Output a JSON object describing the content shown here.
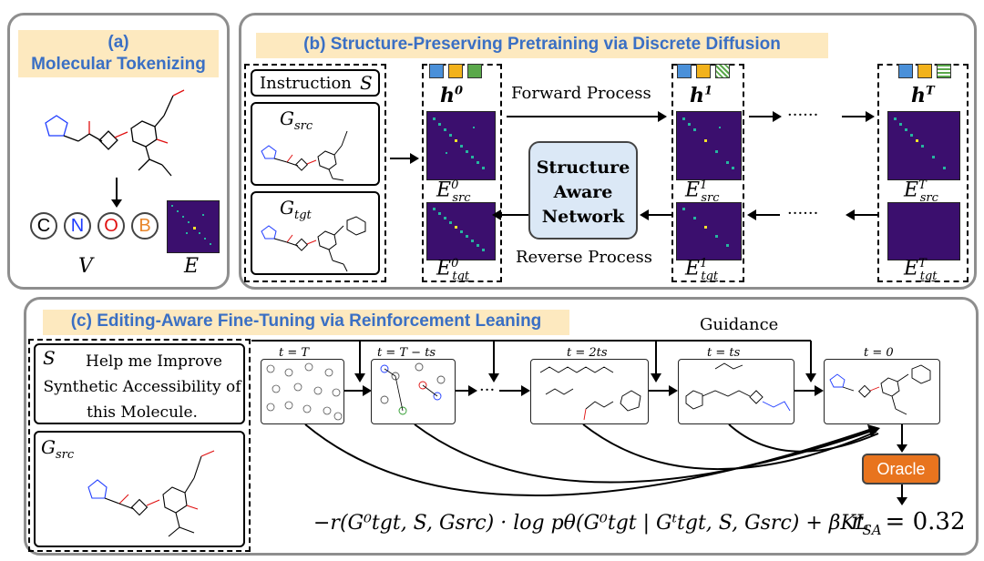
{
  "panel_a": {
    "tag": "(a)",
    "title": "Molecular Tokenizing",
    "atoms": [
      {
        "symbol": "C",
        "color": "#000000"
      },
      {
        "symbol": "N",
        "color": "#1f3cff"
      },
      {
        "symbol": "O",
        "color": "#e01010"
      },
      {
        "symbol": "B",
        "color": "#e8862b"
      }
    ],
    "v_label": "V",
    "e_label": "E"
  },
  "panel_b": {
    "title": "(b) Structure-Preserving Pretraining via Discrete Diffusion",
    "instruction": "Instruction",
    "instruction_var": "S",
    "g_src": "G",
    "g_src_sub": "src",
    "g_tgt": "G",
    "g_tgt_sub": "tgt",
    "forward": "Forward Process",
    "reverse": "Reverse Process",
    "network": "Structure Aware Network",
    "dots": "······",
    "h_labels": [
      "h",
      "h",
      "h"
    ],
    "h_sups": [
      "0",
      "1",
      "T"
    ],
    "e_src_sups": [
      "0",
      "1",
      "T"
    ],
    "e_tgt_sups": [
      "0",
      "1",
      "T"
    ],
    "colors": {
      "blue": "#4a90d9",
      "orange": "#f2b21b",
      "green": "#5aa84a"
    }
  },
  "panel_c": {
    "title": "(c) Editing-Aware Fine-Tuning via Reinforcement Leaning",
    "instruction_var": "S",
    "instruction_text": "Help me Improve Synthetic Accessibility of this Molecule.",
    "g_src": "G",
    "g_src_sub": "src",
    "guidance": "Guidance",
    "timesteps": [
      "t = T",
      "t = T − ts",
      "t = 2ts",
      "t = ts",
      "t = 0"
    ],
    "dots": "···",
    "oracle": "Oracle",
    "reward": "r",
    "reward_sub": "SA",
    "reward_value": "= 0.32",
    "loss": "−r(G⁰tgt, S, Gsrc) · log pθ(G⁰tgt | Gᵗtgt, S, Gsrc) + βKL"
  }
}
